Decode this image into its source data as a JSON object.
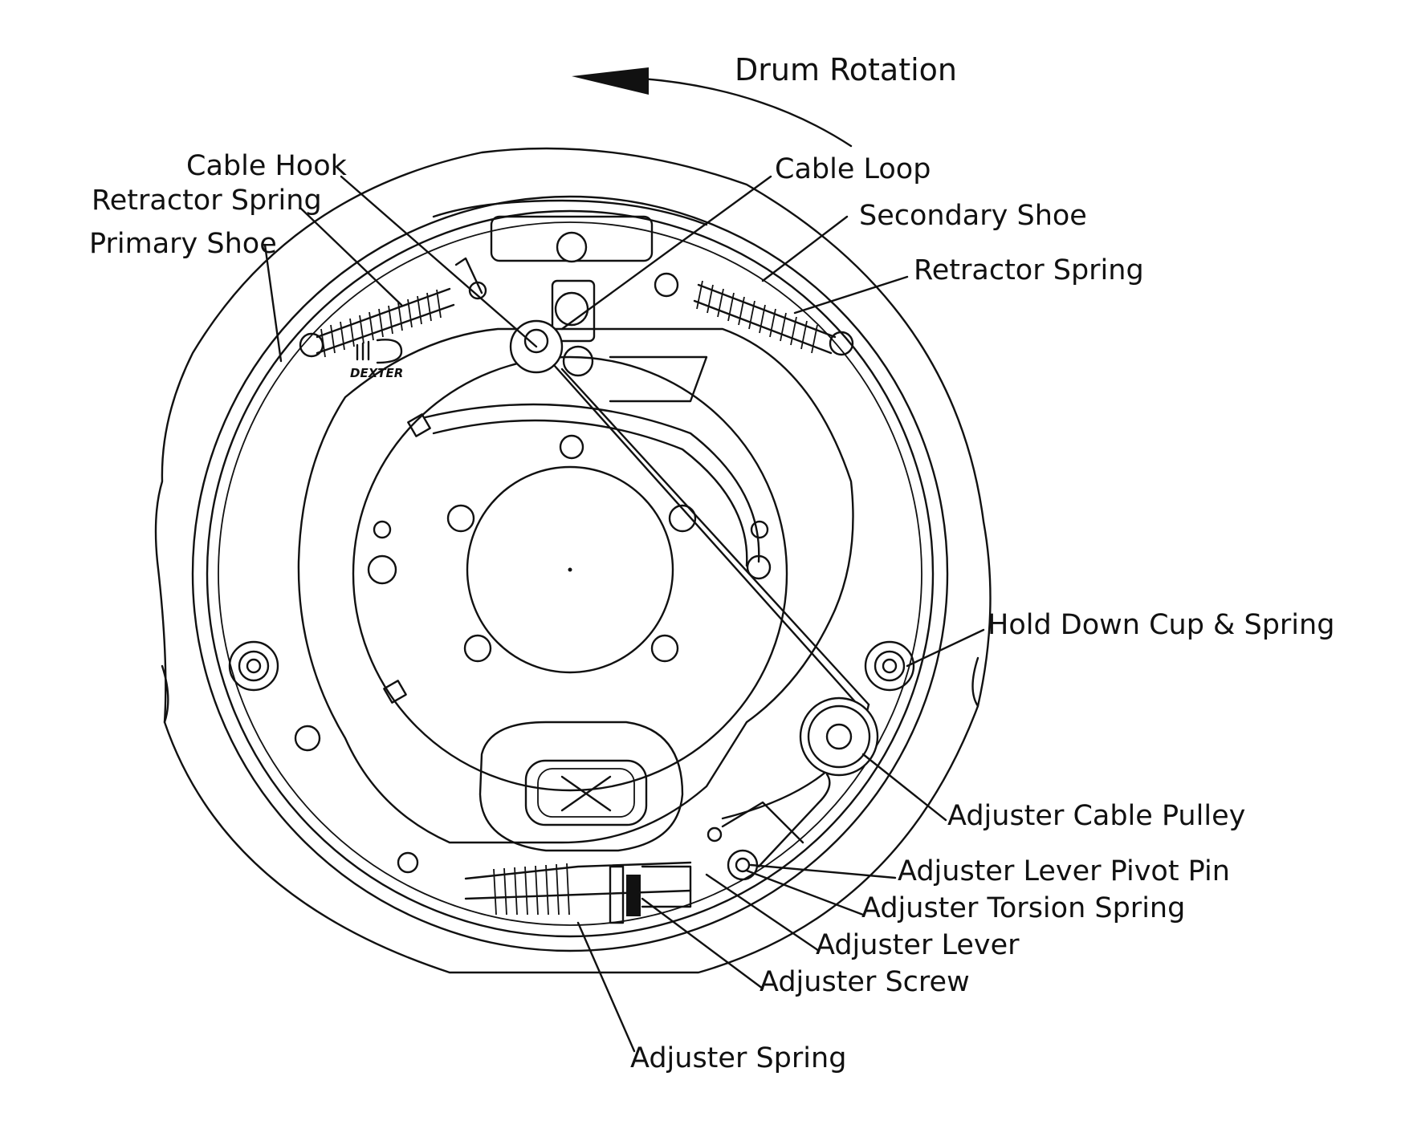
{
  "diagram": {
    "title": "Drum Rotation",
    "brand_mark": "DEXTER",
    "labels": {
      "cable_hook": "Cable Hook",
      "retractor_spring_left": "Retractor Spring",
      "primary_shoe": "Primary Shoe",
      "cable_loop": "Cable Loop",
      "secondary_shoe": "Secondary Shoe",
      "retractor_spring_right": "Retractor Spring",
      "hold_down_cup_spring": "Hold Down Cup & Spring",
      "adjuster_cable_pulley": "Adjuster Cable Pulley",
      "adjuster_lever_pivot_pin": "Adjuster Lever Pivot Pin",
      "adjuster_torsion_spring": "Adjuster Torsion Spring",
      "adjuster_lever": "Adjuster Lever",
      "adjuster_screw": "Adjuster Screw",
      "adjuster_spring": "Adjuster Spring"
    }
  }
}
